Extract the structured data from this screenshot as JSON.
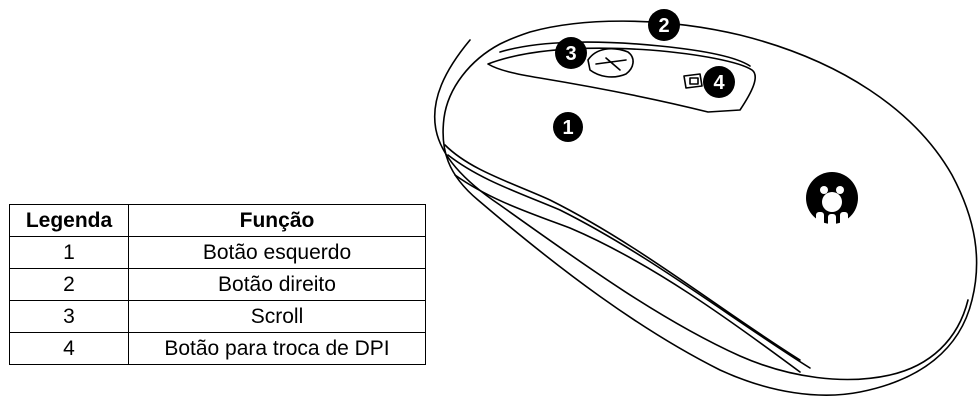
{
  "legend": {
    "headers": [
      "Legenda",
      "Função"
    ],
    "rows": [
      [
        "1",
        "Botão esquerdo"
      ],
      [
        "2",
        "Botão direito"
      ],
      [
        "3",
        "Scroll"
      ],
      [
        "4",
        "Botão para troca de DPI"
      ]
    ]
  },
  "callouts": [
    "1",
    "2",
    "3",
    "4"
  ],
  "colors": {
    "outline": "#000000",
    "callout_fill": "#000000",
    "background": "#ffffff"
  }
}
